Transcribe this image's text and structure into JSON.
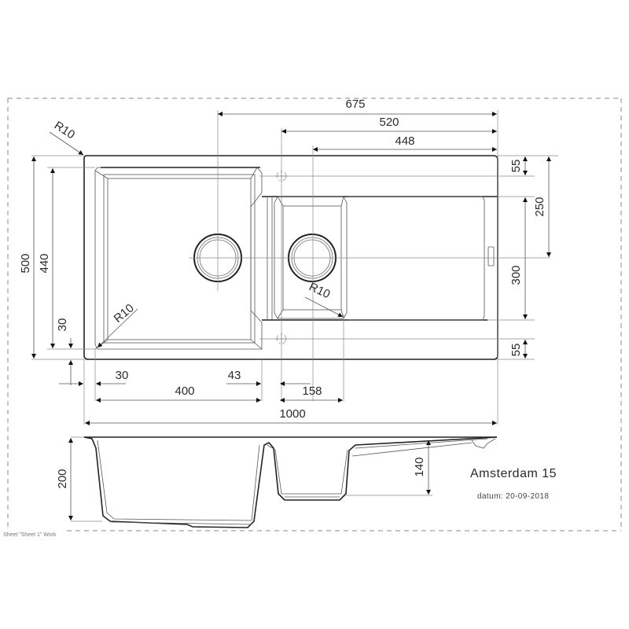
{
  "drawing": {
    "title": "Amsterdam 15",
    "date_label": "datum: 20-09-2018",
    "sheet_label": "Sheet \"Sheet 1\" Work"
  },
  "dimensions": {
    "top": {
      "d675": "675",
      "d520": "520",
      "d448": "448"
    },
    "left": {
      "d500": "500",
      "d440": "440",
      "d30_vertical": "30"
    },
    "right": {
      "d55_top": "55",
      "d250": "250",
      "d300": "300",
      "d55_bottom": "55"
    },
    "bottom": {
      "d30": "30",
      "d400": "400",
      "d43": "43",
      "d158": "158",
      "d1000": "1000"
    },
    "radii": {
      "outer_corner": "R10",
      "main_bowl": "R10",
      "small_bowl": "R10"
    },
    "section": {
      "d200": "200",
      "d140": "140"
    }
  },
  "colors": {
    "line": "#222222",
    "dimension": "#555555",
    "frame": "#888888",
    "background": "#ffffff"
  }
}
